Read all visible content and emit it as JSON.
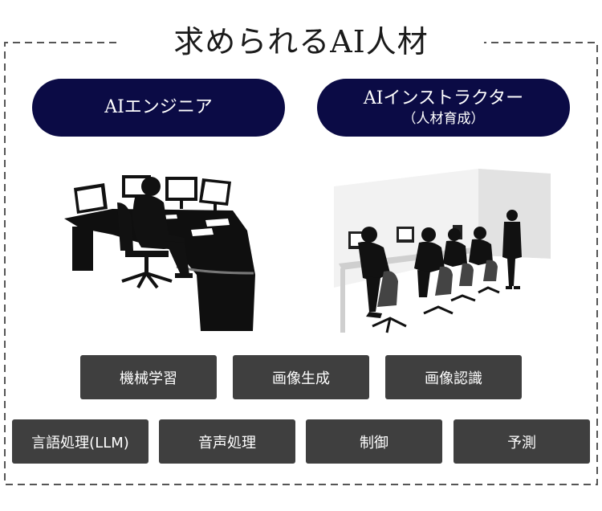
{
  "title": "求められるAI人材",
  "roles": [
    {
      "name": "AIエンジニア",
      "sub": ""
    },
    {
      "name": "AIインストラクター",
      "sub": "（人材育成）"
    }
  ],
  "skills_row1": [
    "機械学習",
    "画像生成",
    "画像認識"
  ],
  "skills_row2": [
    "言語処理(LLM)",
    "音声処理",
    "制御",
    "予測"
  ],
  "colors": {
    "pill": "#0b0b45",
    "chip": "#3f3f3f",
    "dashed": "#555555"
  }
}
